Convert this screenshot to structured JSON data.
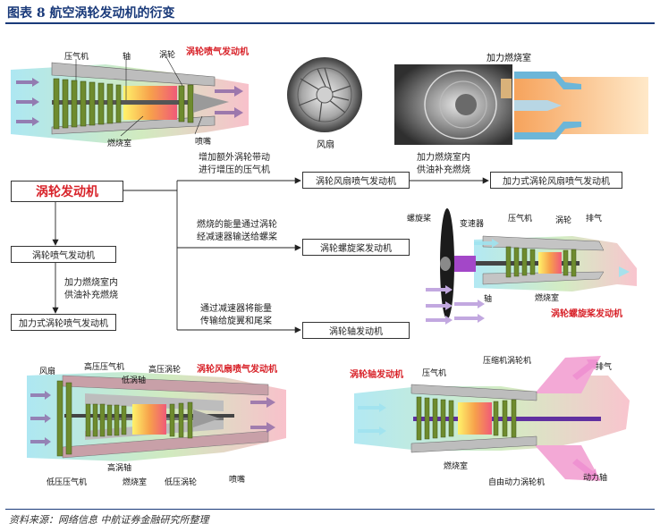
{
  "header": {
    "title": "图表 8 航空涡轮发动机的衍变"
  },
  "footer": {
    "source": "资料来源：网络信息 中航证券金融研究所整理"
  },
  "turbojet": {
    "title": "涡轮喷气发动机",
    "labels": {
      "compressor": "压气机",
      "shaft": "轴",
      "turbine": "涡轮",
      "combustor": "燃烧室",
      "nozzle": "喷嘴"
    }
  },
  "fan_photo": {
    "label": "风扇"
  },
  "afterburner": {
    "label": "加力燃烧室"
  },
  "flowchart": {
    "root": "涡轮发动机",
    "turbojet": "涡轮喷气发动机",
    "afterburning_turbojet": "加力式涡轮喷气发动机",
    "turbofan": "涡轮风扇喷气发动机",
    "afterburning_turbofan": "加力式涡轮风扇喷气发动机",
    "turboprop": "涡轮螺旋桨发动机",
    "turboshaft": "涡轮轴发动机",
    "note_turbofan": [
      "增加额外涡轮带动",
      "进行增压的压气机"
    ],
    "note_afterburner_top": [
      "加力燃烧室内",
      "供油补充燃烧"
    ],
    "note_turboprop": [
      "燃烧的能量通过涡轮",
      "经减速器输送给螺桨"
    ],
    "note_turboshaft": [
      "通过减速器将能量",
      "传输给旋翼和尾桨"
    ],
    "note_afterburner_left": [
      "加力燃烧室内",
      "供油补充燃烧"
    ]
  },
  "turboprop_diagram": {
    "title": "涡轮螺旋桨发动机",
    "labels": {
      "propeller": "螺旋桨",
      "gearbox": "变速器",
      "compressor": "压气机",
      "turbine": "涡轮",
      "exhaust": "排气",
      "shaft": "轴",
      "combustor": "燃烧室"
    }
  },
  "turbofan_diagram": {
    "title": "涡轮风扇喷气发动机",
    "labels": {
      "fan": "风扇",
      "hp_compressor": "高压压气机",
      "lp_shaft": "低涡轴",
      "hp_turbine": "高压涡轮",
      "hp_shaft": "高涡轴",
      "combustor": "燃烧室",
      "lp_turbine": "低压涡轮",
      "lp_compressor": "低压压气机",
      "nozzle": "喷嘴"
    }
  },
  "turboshaft_diagram": {
    "title": "涡轮轴发动机",
    "labels": {
      "compressor": "压气机",
      "gas_generator_turbine": "压缩机涡轮机",
      "exhaust": "排气",
      "combustor": "燃烧室",
      "free_power_turbine": "自由动力涡轮机",
      "power_shaft": "动力轴"
    }
  },
  "colors": {
    "accent_red": "#d8232a",
    "title_blue": "#1a3a7a",
    "compressor_green": "#6e8b2e",
    "flow_cyan": "#8fd8e8",
    "hot_pink": "#f05a78"
  }
}
